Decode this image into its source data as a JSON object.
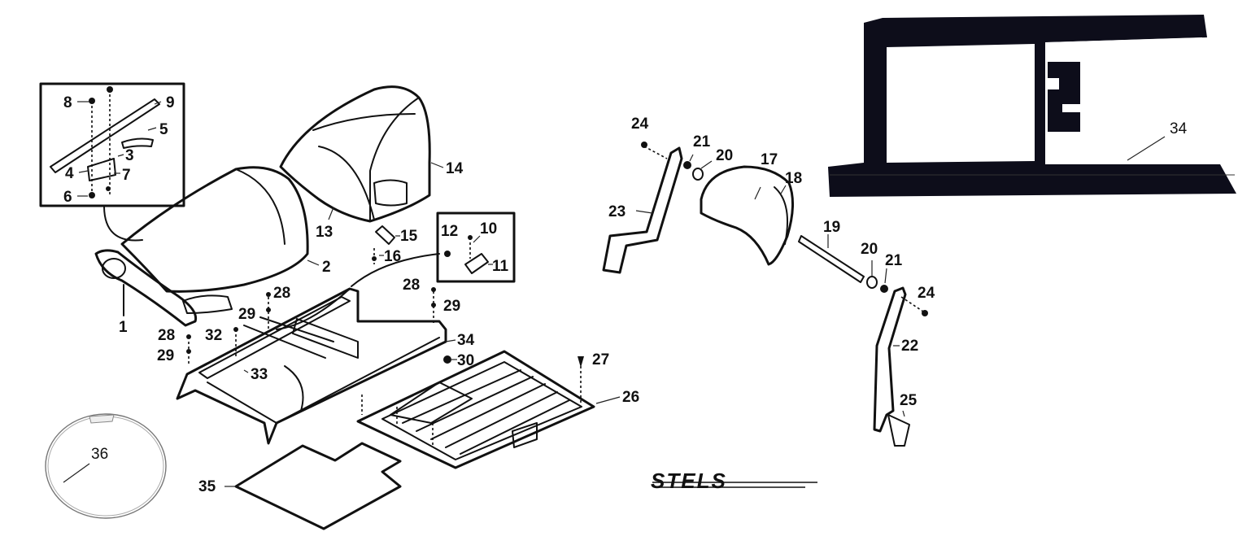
{
  "callouts": [
    {
      "id": "c1",
      "text": "1"
    },
    {
      "id": "c2",
      "text": "2"
    },
    {
      "id": "c3",
      "text": "3"
    },
    {
      "id": "c4",
      "text": "4"
    },
    {
      "id": "c5",
      "text": "5"
    },
    {
      "id": "c6",
      "text": "6"
    },
    {
      "id": "c7",
      "text": "7"
    },
    {
      "id": "c8",
      "text": "8"
    },
    {
      "id": "c9",
      "text": "9"
    },
    {
      "id": "c10",
      "text": "10"
    },
    {
      "id": "c11",
      "text": "11"
    },
    {
      "id": "c12",
      "text": "12"
    },
    {
      "id": "c13",
      "text": "13"
    },
    {
      "id": "c14",
      "text": "14"
    },
    {
      "id": "c15",
      "text": "15"
    },
    {
      "id": "c16",
      "text": "16"
    },
    {
      "id": "c17",
      "text": "17"
    },
    {
      "id": "c18",
      "text": "18"
    },
    {
      "id": "c19",
      "text": "19"
    },
    {
      "id": "c20a",
      "text": "20"
    },
    {
      "id": "c20b",
      "text": "20"
    },
    {
      "id": "c21a",
      "text": "21"
    },
    {
      "id": "c21b",
      "text": "21"
    },
    {
      "id": "c22",
      "text": "22"
    },
    {
      "id": "c23",
      "text": "23"
    },
    {
      "id": "c24a",
      "text": "24"
    },
    {
      "id": "c24b",
      "text": "24"
    },
    {
      "id": "c25",
      "text": "25"
    },
    {
      "id": "c26",
      "text": "26"
    },
    {
      "id": "c27",
      "text": "27"
    },
    {
      "id": "c28a",
      "text": "28"
    },
    {
      "id": "c28b",
      "text": "28"
    },
    {
      "id": "c28c",
      "text": "28"
    },
    {
      "id": "c29a",
      "text": "29"
    },
    {
      "id": "c29b",
      "text": "29"
    },
    {
      "id": "c29c",
      "text": "29"
    },
    {
      "id": "c30",
      "text": "30"
    },
    {
      "id": "c32",
      "text": "32"
    },
    {
      "id": "c33",
      "text": "33"
    },
    {
      "id": "c34a",
      "text": "34"
    },
    {
      "id": "c34b",
      "text": "34"
    },
    {
      "id": "c35",
      "text": "35"
    },
    {
      "id": "c36",
      "text": "36"
    }
  ],
  "brand": {
    "logo_text": "STELS"
  }
}
